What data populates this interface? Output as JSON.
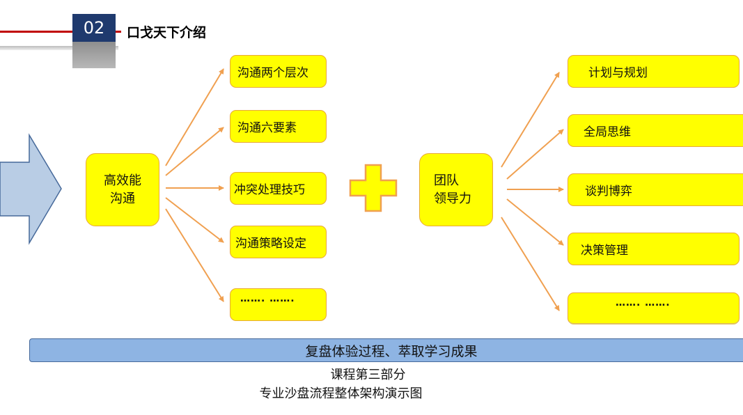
{
  "header": {
    "section_number": "02",
    "title": "口戈天下介绍"
  },
  "left_group": {
    "center": {
      "line1": "高效能",
      "line2": "沟通"
    },
    "items": [
      "沟通两个层次",
      "沟通六要素",
      "冲突处理技巧",
      "沟通策略设定",
      "……. ……."
    ]
  },
  "plus_symbol": "plus-icon",
  "right_group": {
    "center": {
      "line1": "团队",
      "line2": "领导力"
    },
    "items": [
      "计划与规划",
      "全局思维",
      "谈判博弈",
      "决策管理",
      "……. ……."
    ]
  },
  "banner": {
    "text": "复盘体验过程、萃取学习成果"
  },
  "captions": {
    "line1": "课程第三部分",
    "line2": "专业沙盘流程整体架构演示图"
  },
  "colors": {
    "box_fill": "#ffff00",
    "box_border": "#e8a838",
    "arrow": "#f0a050",
    "banner_fill": "#8eb4e3",
    "big_arrow_fill": "#b9cde5",
    "big_arrow_stroke": "#46699a",
    "plus_fill": "#ffff00",
    "plus_stroke": "#f0a050",
    "header_box": "#1f3a6e",
    "header_rule": "#c00000"
  }
}
